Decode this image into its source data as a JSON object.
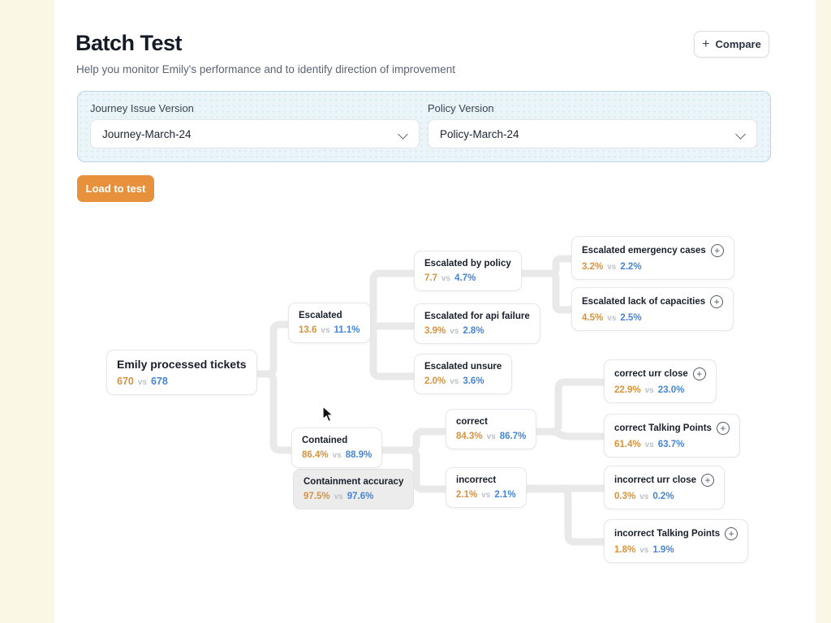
{
  "page": {
    "title": "Batch Test",
    "subtitle": "Help you monitor Emily's performance and to identify direction of improvement"
  },
  "header": {
    "compare_button": "Compare",
    "plus_glyph": "+"
  },
  "filters": {
    "journey": {
      "label": "Journey Issue Version",
      "value": "Journey-March-24"
    },
    "policy": {
      "label": "Policy Version",
      "value": "Policy-March-24"
    }
  },
  "actions": {
    "load_button": "Load to test"
  },
  "ui": {
    "vs_label": "vs",
    "expand_glyph": "+"
  },
  "colors": {
    "value_current_orange": "#d8923d",
    "value_compare_blue": "#4585d6",
    "button_orange": "#e8913c",
    "panel_blue_bg": "#ebf5f9",
    "panel_blue_border": "#b7d5e3",
    "connector_gray": "#e9e9ea",
    "highlight_node_gray": "#ececec"
  },
  "tree": {
    "root": {
      "title": "Emily processed tickets",
      "a": "670",
      "b": "678"
    },
    "escalated": {
      "title": "Escalated",
      "a": "13.6",
      "b": "11.1%"
    },
    "escalated_by_policy": {
      "title": "Escalated by policy",
      "a": "7.7",
      "b": "4.7%"
    },
    "escalated_emergency_cases": {
      "title": "Escalated emergency cases",
      "a": "3.2%",
      "b": "2.2%"
    },
    "escalated_lack_of_capacities": {
      "title": "Escalated lack of capacities",
      "a": "4.5%",
      "b": "2.5%"
    },
    "escalated_api_failure": {
      "title": "Escalated for api failure",
      "a": "3.9%",
      "b": "2.8%"
    },
    "escalated_unsure": {
      "title": "Escalated unsure",
      "a": "2.0%",
      "b": "3.6%"
    },
    "contained": {
      "title": "Contained",
      "a": "86.4%",
      "b": "88.9%"
    },
    "containment_accuracy": {
      "title": "Containment accuracy",
      "a": "97.5%",
      "b": "97.6%"
    },
    "correct": {
      "title": "correct",
      "a": "84.3%",
      "b": "86.7%"
    },
    "correct_urr_close": {
      "title": "correct urr close",
      "a": "22.9%",
      "b": "23.0%"
    },
    "correct_talking_points": {
      "title": "correct Talking Points",
      "a": "61.4%",
      "b": "63.7%"
    },
    "incorrect": {
      "title": "incorrect",
      "a": "2.1%",
      "b": "2.1%"
    },
    "incorrect_urr_close": {
      "title": "incorrect urr close",
      "a": "0.3%",
      "b": "0.2%"
    },
    "incorrect_talking_points": {
      "title": "incorrect Talking Points",
      "a": "1.8%",
      "b": "1.9%"
    }
  }
}
